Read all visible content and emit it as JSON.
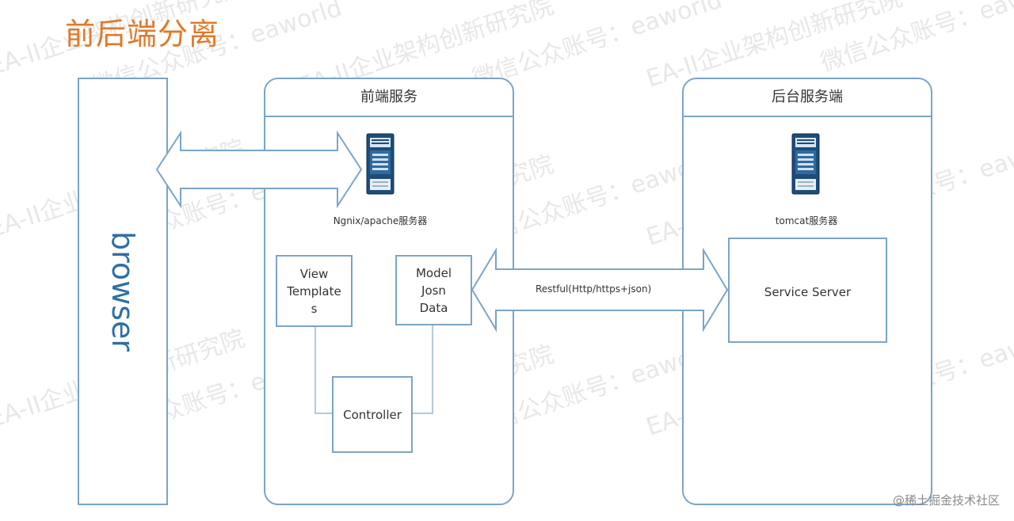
{
  "title": "前后端分离",
  "browser": {
    "label": "browser"
  },
  "frontend": {
    "header": "前端服务",
    "server_label": "Ngnix/apache服务器",
    "view_box": {
      "lines": [
        "View",
        "Template",
        "s"
      ]
    },
    "model_box": {
      "lines": [
        "Model",
        "Josn",
        "Data"
      ]
    },
    "controller_box": {
      "label": "Controller"
    }
  },
  "backend": {
    "header": "后台服务端",
    "server_label": "tomcat服务器",
    "service_box": {
      "label": "Service Server"
    }
  },
  "connection": {
    "label": "Restful(Http/https+json)"
  },
  "watermark": {
    "lines": [
      "EA-II企业架构创新研究院",
      "微信公众账号：eaworld"
    ]
  },
  "footer": {
    "credit": "@稀土掘金技术社区"
  },
  "colors": {
    "title": "#E07A2A",
    "border": "#7BA4C8",
    "browser_text": "#2F6FA6",
    "server_dark": "#1E4C7A",
    "watermark": "#cfcfcf"
  }
}
